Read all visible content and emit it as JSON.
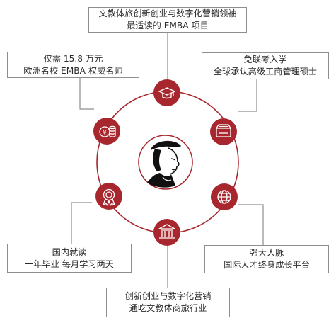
{
  "colors": {
    "accent": "#a8262d",
    "ring": "#a8262d",
    "connector": "#8e8e8e",
    "box_border": "#8e8e8e",
    "text": "#2b2b2b",
    "portrait_fill": "#ffffff",
    "portrait_ink": "#111111"
  },
  "center": {
    "image": "portrait-of-scholar"
  },
  "nodes": [
    {
      "id": "top",
      "icon": "graduation-cap-icon",
      "lines": [
        "文教体旅创新创业与数字化营销领袖",
        "最适读的 EMBA 项目"
      ]
    },
    {
      "id": "upper-right",
      "icon": "certificate-icon",
      "lines": [
        "免联考入学",
        "全球承认高级工商管理硕士"
      ]
    },
    {
      "id": "lower-right",
      "icon": "globe-icon",
      "lines": [
        "强大人脉",
        "国际人才终身成长平台"
      ]
    },
    {
      "id": "bottom",
      "icon": "institution-icon",
      "lines": [
        "创新创业与数字化营销",
        "通吃文教体商旅行业"
      ]
    },
    {
      "id": "lower-left",
      "icon": "medal-icon",
      "lines": [
        "国内就读",
        "一年毕业 每月学习两天"
      ]
    },
    {
      "id": "upper-left",
      "icon": "money-coins-icon",
      "lines": [
        "仅需 15.8 万元",
        "欧洲名校 EMBA 权威名师"
      ]
    }
  ]
}
